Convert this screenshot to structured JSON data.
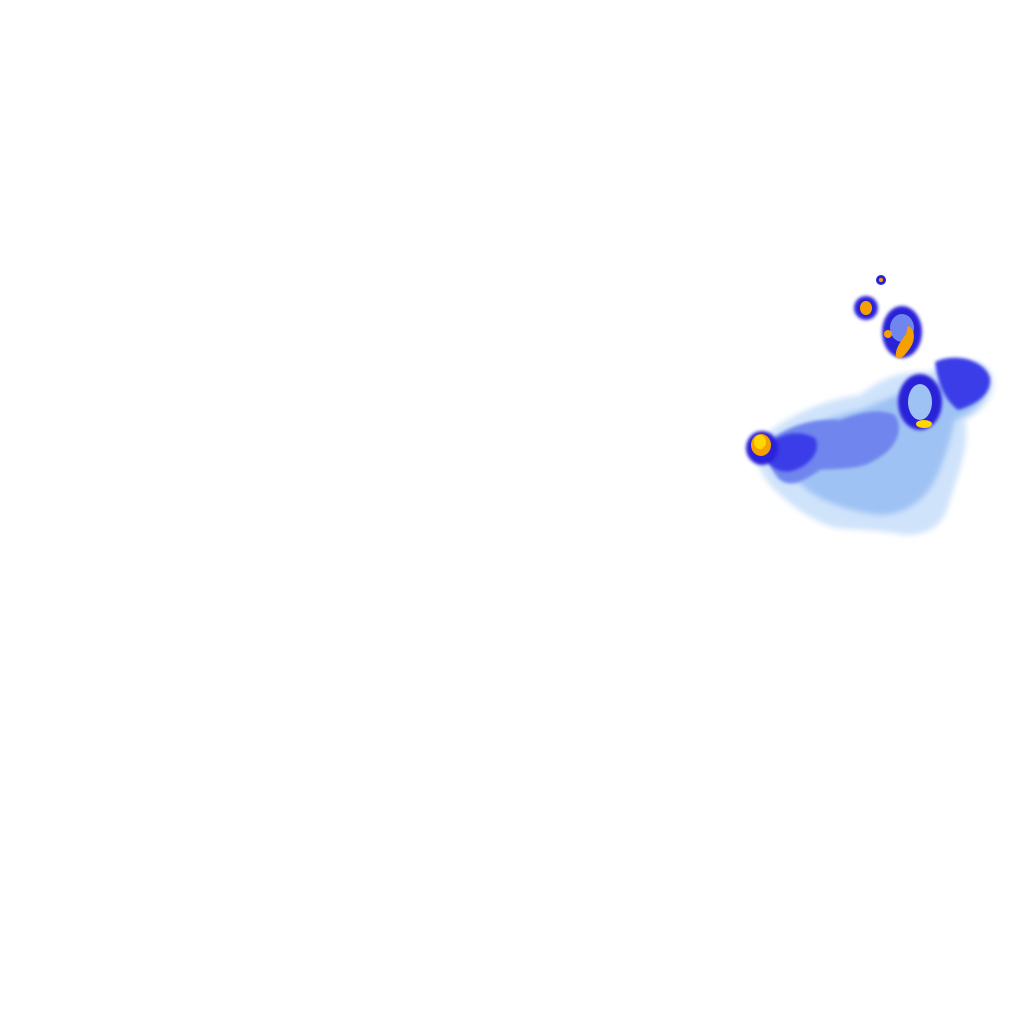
{
  "layer": {
    "type": "radar-precipitation-overlay",
    "background_color": "#ffffff",
    "color_scale": {
      "light": "#cfe3fb",
      "light_mid": "#9fc2f4",
      "mid": "#6f86ee",
      "heavy": "#3a3ee8",
      "very_heavy": "#2a20d8",
      "extreme_outer": "#f6a000",
      "extreme_core": "#ffd600"
    }
  },
  "echo_cells": [
    {
      "name": "main-echo-cluster",
      "intensity": "light-to-heavy"
    },
    {
      "name": "west-core-cell",
      "intensity": "extreme"
    },
    {
      "name": "north-cell-1",
      "intensity": "extreme"
    },
    {
      "name": "north-cell-2",
      "intensity": "extreme"
    },
    {
      "name": "north-small-cell",
      "intensity": "heavy"
    },
    {
      "name": "central-ring-cell",
      "intensity": "very-heavy"
    }
  ]
}
